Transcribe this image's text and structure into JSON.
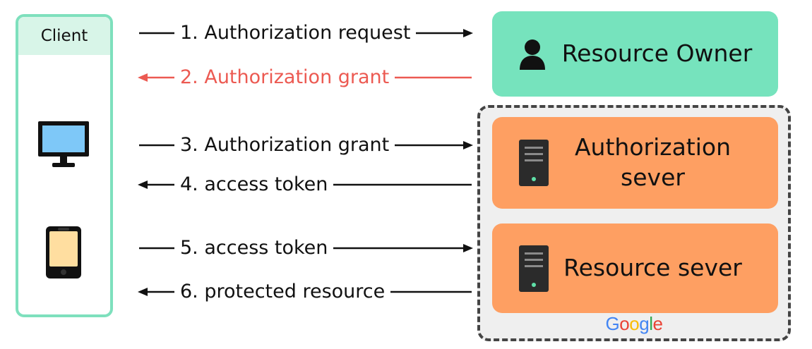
{
  "client": {
    "title": "Client"
  },
  "resource_owner": {
    "label": "Resource Owner"
  },
  "authorization_server": {
    "label_line1": "Authorization",
    "label_line2": "sever"
  },
  "resource_server": {
    "label": "Resource sever"
  },
  "google_logo": {
    "letters": [
      "G",
      "o",
      "o",
      "g",
      "l",
      "e"
    ],
    "colors": [
      "#4285F4",
      "#EA4335",
      "#FBBC05",
      "#4285F4",
      "#34A853",
      "#EA4335"
    ]
  },
  "colors": {
    "client_border": "#7ee0bd",
    "client_header": "#d8f5e8",
    "owner_fill": "#76e3bd",
    "server_fill": "#fe9f62",
    "arrow_default": "#111111",
    "arrow_highlight": "#ec5a52",
    "monitor_screen": "#7ec8f8",
    "phone_screen": "#ffdea0"
  },
  "icons": {
    "client_desktop": "monitor-icon",
    "client_mobile": "phone-icon",
    "owner": "person-icon",
    "server": "server-icon"
  },
  "flows": [
    {
      "label": "1. Authorization request",
      "direction": "right",
      "highlight": false
    },
    {
      "label": "2. Authorization grant",
      "direction": "left",
      "highlight": true
    },
    {
      "label": "3. Authorization grant",
      "direction": "right",
      "highlight": false
    },
    {
      "label": "4. access token",
      "direction": "left",
      "highlight": false
    },
    {
      "label": "5. access token",
      "direction": "right",
      "highlight": false
    },
    {
      "label": "6. protected resource",
      "direction": "left",
      "highlight": false
    }
  ]
}
